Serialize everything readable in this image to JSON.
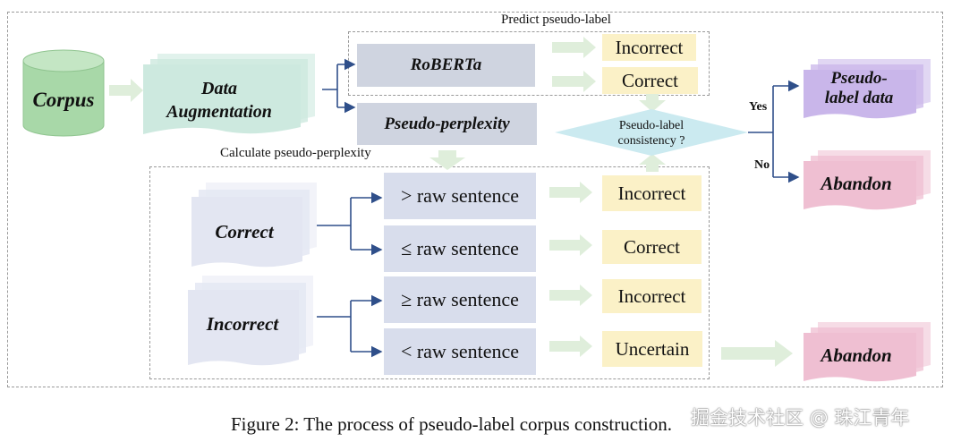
{
  "corpus": "Corpus",
  "data_aug_line1": "Data",
  "data_aug_line2": "Augmentation",
  "predict_label": "Predict pseudo-label",
  "roberta": "RoBERTa",
  "pseudo_perplexity": "Pseudo-perplexity",
  "calc_label": "Calculate pseudo-perplexity",
  "top_results": [
    "Incorrect",
    "Correct"
  ],
  "consistency_line1": "Pseudo-label",
  "consistency_line2": "consistency ?",
  "yes": "Yes",
  "no": "No",
  "pseudo_label_data_line1": "Pseudo-",
  "pseudo_label_data_line2": "label data",
  "abandon": "Abandon",
  "correct_doc": "Correct",
  "incorrect_doc": "Incorrect",
  "conditions": [
    "> raw sentence",
    "≤ raw sentence",
    "≥ raw sentence",
    "< raw sentence"
  ],
  "results": [
    "Incorrect",
    "Correct",
    "Incorrect",
    "Uncertain"
  ],
  "caption": "Figure 2: The process of pseudo-label corpus construction.",
  "watermark": "掘金技术社区 @ 珠江青年",
  "colors": {
    "corpus": "#a8d8a8",
    "augmentation": "#cde9df",
    "condition_box": "#d8ddec",
    "result_box": "#fbf1c7",
    "purple_doc": "#c9b6ea",
    "pink_doc": "#efbfd2",
    "diamond": "#cbeaf0",
    "connector": "#2f4f8a"
  }
}
